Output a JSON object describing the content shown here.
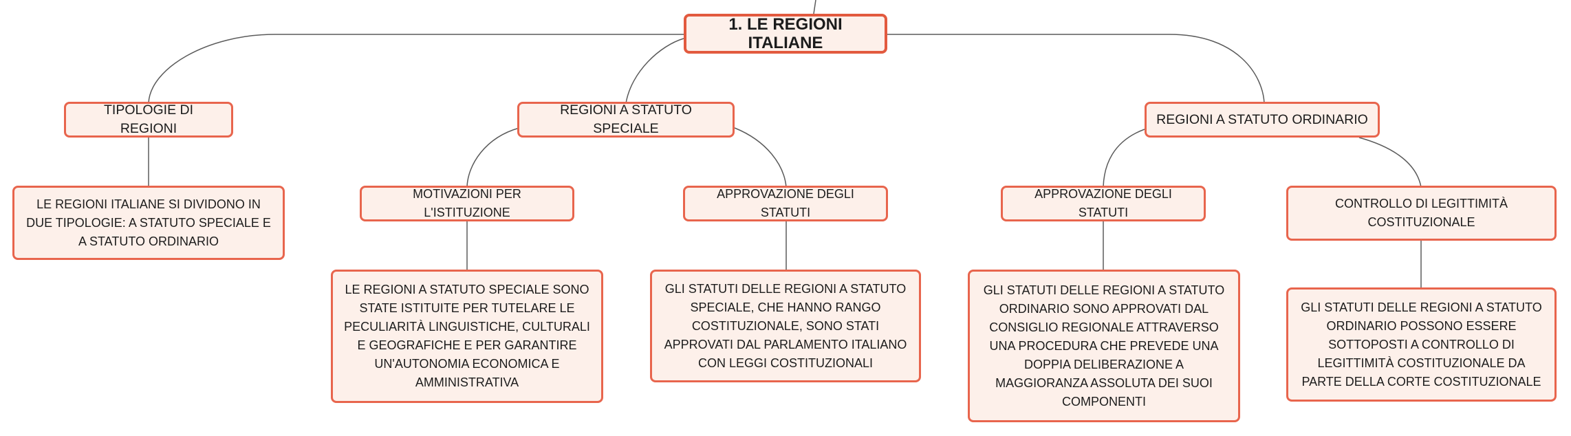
{
  "colors": {
    "border": "#e8654d",
    "fill": "#fdf0ea",
    "line": "#5a5a5a",
    "text": "#1c1c1c"
  },
  "root": {
    "title": "1. LE REGIONI ITALIANE"
  },
  "branches": [
    {
      "label": "TIPOLOGIE DI REGIONI",
      "details": [
        "LE REGIONI ITALIANE SI DIVIDONO IN DUE TIPOLOGIE: A STATUTO SPECIALE E A STATUTO ORDINARIO"
      ]
    },
    {
      "label": "REGIONI A STATUTO SPECIALE",
      "children": [
        {
          "label": "MOTIVAZIONI PER L'ISTITUZIONE",
          "detail": "LE REGIONI A STATUTO SPECIALE SONO STATE ISTITUITE PER TUTELARE LE PECULIARITÀ LINGUISTICHE, CULTURALI E GEOGRAFICHE E PER GARANTIRE UN'AUTONOMIA ECONOMICA E AMMINISTRATIVA"
        },
        {
          "label": "APPROVAZIONE DEGLI STATUTI",
          "detail": "GLI STATUTI DELLE REGIONI A STATUTO SPECIALE, CHE HANNO RANGO COSTITUZIONALE, SONO STATI APPROVATI DAL PARLAMENTO ITALIANO CON LEGGI COSTITUZIONALI"
        }
      ]
    },
    {
      "label": "REGIONI A STATUTO ORDINARIO",
      "children": [
        {
          "label": "APPROVAZIONE DEGLI STATUTI",
          "detail": "GLI STATUTI DELLE REGIONI A STATUTO ORDINARIO SONO APPROVATI DAL CONSIGLIO REGIONALE ATTRAVERSO UNA PROCEDURA CHE PREVEDE UNA DOPPIA DELIBERAZIONE A MAGGIORANZA ASSOLUTA DEI SUOI COMPONENTI"
        },
        {
          "label": "CONTROLLO DI LEGITTIMITÀ COSTITUZIONALE",
          "detail": "GLI STATUTI DELLE REGIONI A STATUTO ORDINARIO POSSONO ESSERE SOTTOPOSTI A CONTROLLO DI LEGITTIMITÀ COSTITUZIONALE DA PARTE DELLA CORTE COSTITUZIONALE"
        }
      ]
    }
  ]
}
